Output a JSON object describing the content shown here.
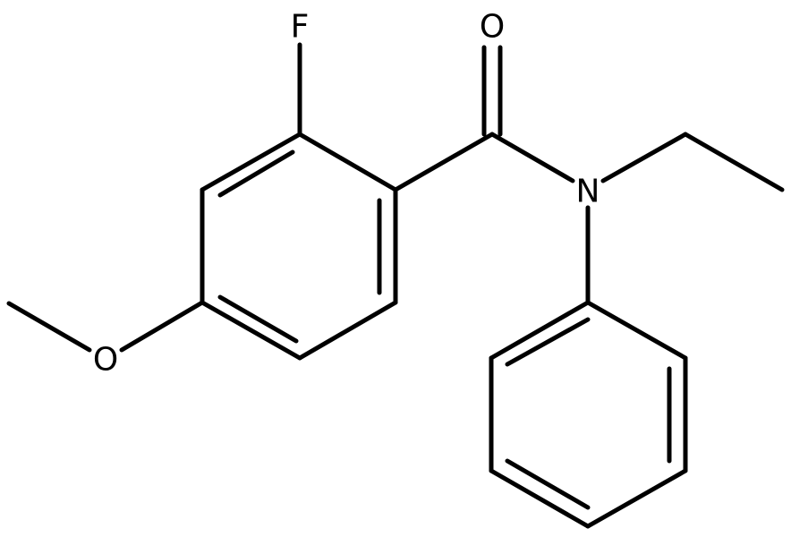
{
  "molecule": {
    "atoms": {
      "O_carbonyl": "O",
      "F": "F",
      "N": "N",
      "O_methoxy": "O"
    }
  }
}
